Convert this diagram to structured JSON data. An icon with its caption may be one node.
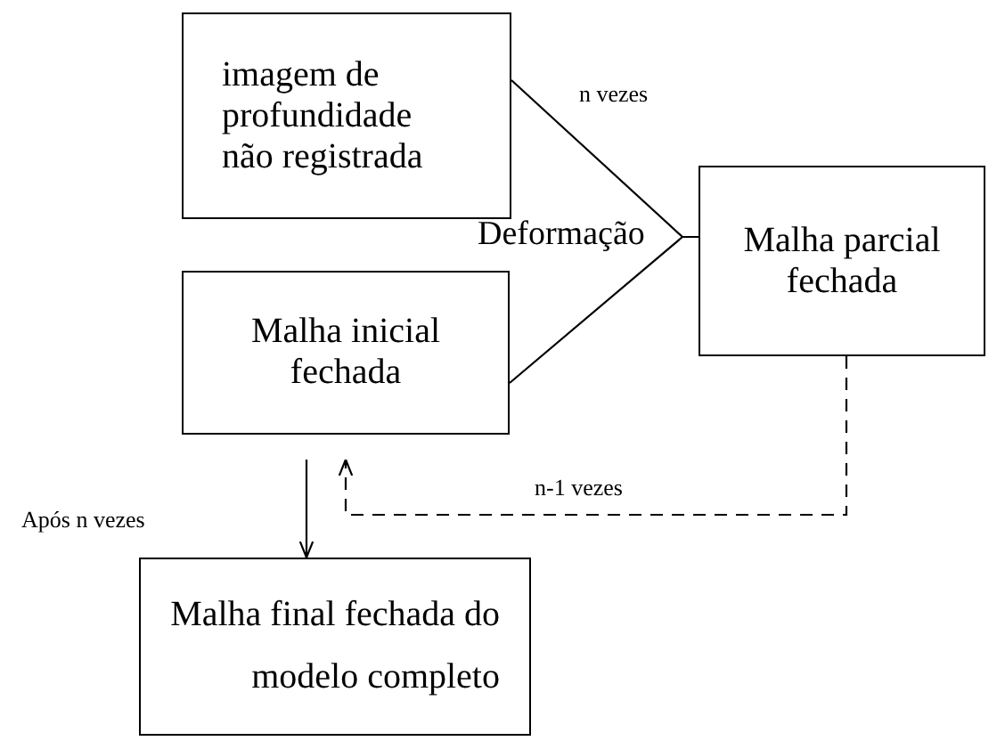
{
  "diagram": {
    "nodes": [
      {
        "text": [
          "imagem de profundidade não registrada"
        ]
      },
      {
        "text": [
          "Malha inicial fechada"
        ]
      },
      {
        "text": [
          "Malha parcial fechada"
        ]
      },
      {
        "text": [
          "Malha final fechada do modelo completo"
        ]
      }
    ],
    "edges": [
      {
        "from": 0,
        "to": 2,
        "arrow": "none"
      },
      {
        "from": 1,
        "to": 2,
        "arrow": "none"
      },
      {
        "from": 1,
        "to": 3,
        "arrow": "to"
      },
      {
        "from": 2,
        "to": 1,
        "arrow": "to",
        "style": "dashed",
        "label": "n-1 vezes"
      }
    ],
    "labels": [
      "n vezes",
      "Deformação",
      "Após n vezes"
    ]
  }
}
